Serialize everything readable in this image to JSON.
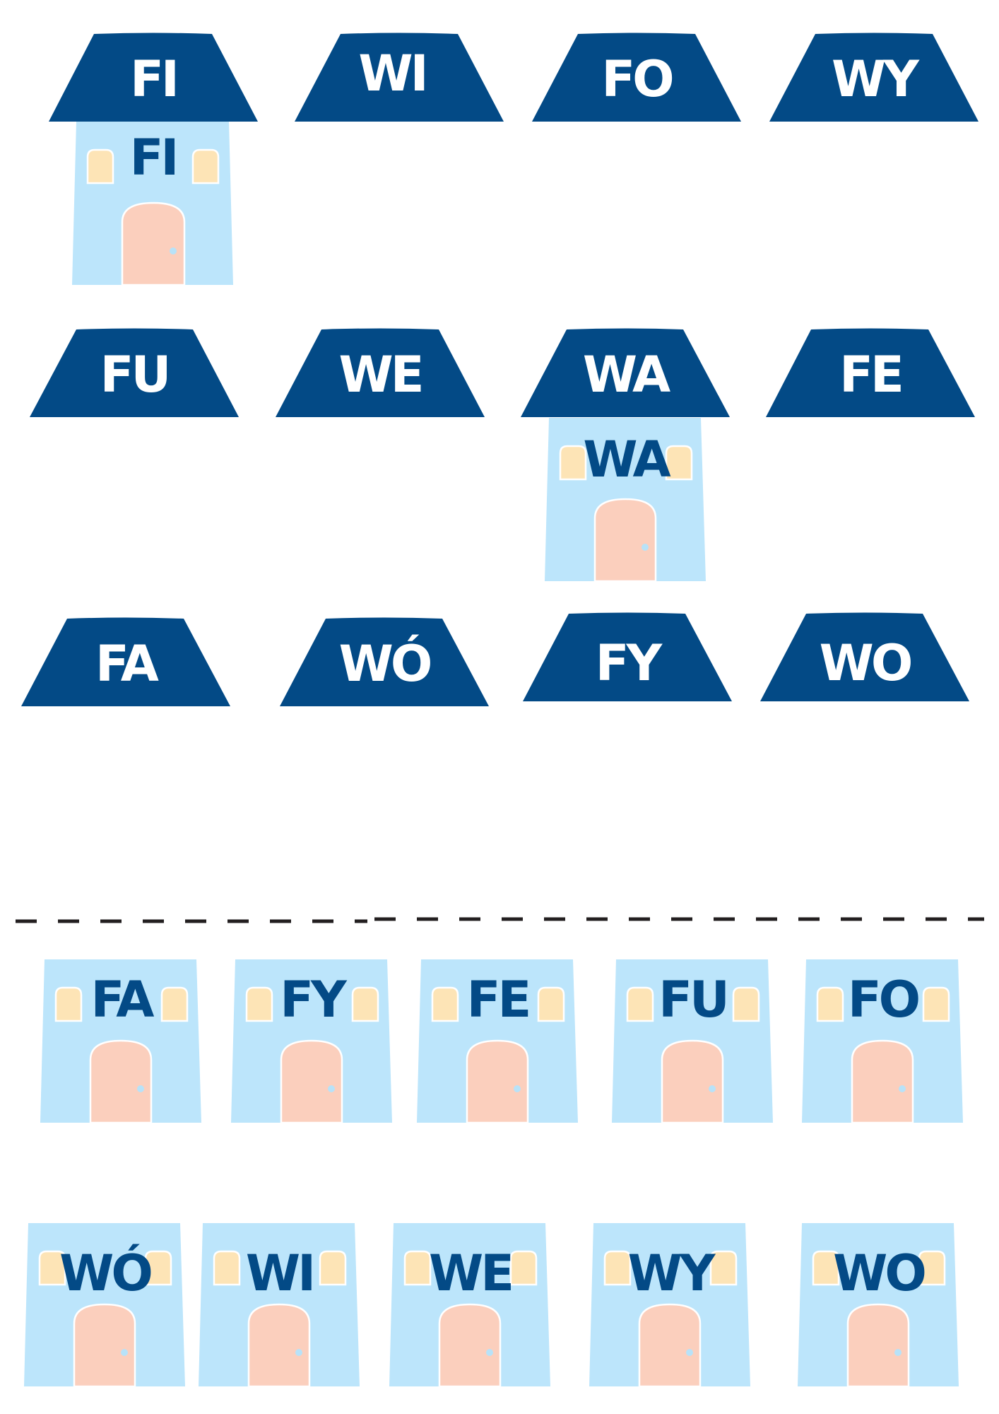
{
  "worksheet": {
    "colors": {
      "roof": "#034a86",
      "roof_text": "#ffffff",
      "wall": "#bce5fb",
      "wall_text": "#034a86",
      "window": "#fde4b6",
      "door": "#fbcfbd",
      "knob": "#b8e2f8",
      "outline": "#ffffff",
      "cut_line": "#231f20"
    },
    "roofs": [
      {
        "label": "FI",
        "has_house": true,
        "house_label": "FI"
      },
      {
        "label": "WI",
        "has_house": false
      },
      {
        "label": "FO",
        "has_house": false
      },
      {
        "label": "WY",
        "has_house": false
      },
      {
        "label": "FU",
        "has_house": false
      },
      {
        "label": "WE",
        "has_house": false
      },
      {
        "label": "WA",
        "has_house": true,
        "house_label": "WA"
      },
      {
        "label": "FE",
        "has_house": false
      },
      {
        "label": "FA",
        "has_house": false
      },
      {
        "label": "WÓ",
        "has_house": false
      },
      {
        "label": "FY",
        "has_house": false
      },
      {
        "label": "WO",
        "has_house": false
      }
    ],
    "cut_line": {
      "style": "dashed",
      "icon": "scissors-cut-line"
    },
    "cutout_houses": [
      {
        "label": "FA"
      },
      {
        "label": "FY"
      },
      {
        "label": "FE"
      },
      {
        "label": "FU"
      },
      {
        "label": "FO"
      },
      {
        "label": "WÓ"
      },
      {
        "label": "WI"
      },
      {
        "label": "WE"
      },
      {
        "label": "WY"
      },
      {
        "label": "WO"
      }
    ]
  }
}
